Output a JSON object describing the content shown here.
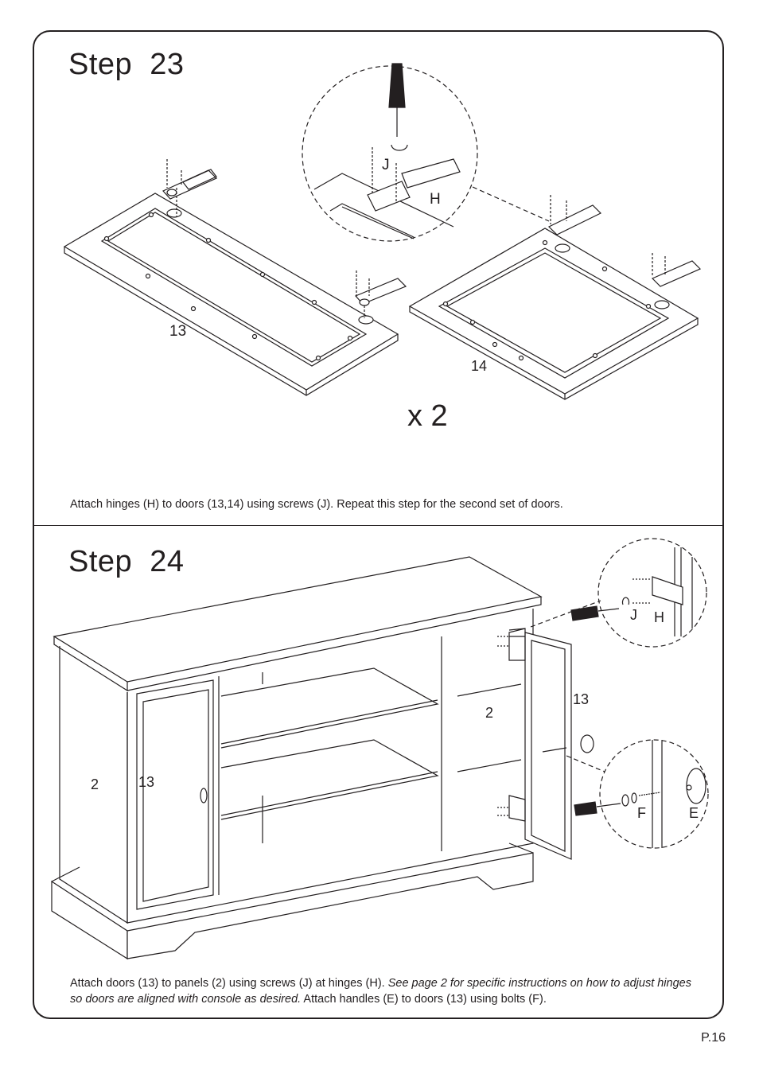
{
  "step23": {
    "title": "Step  23",
    "multiplier": "x 2",
    "callouts": {
      "door_13": "13",
      "door_14": "14",
      "screw_j": "J",
      "hinge_h": "H"
    },
    "caption": "Attach hinges (H) to doors (13,14) using screws (J). Repeat this step for the second set of doors."
  },
  "step24": {
    "title": "Step  24",
    "callouts": {
      "panel_left": "2",
      "door_left": "13",
      "panel_right": "2",
      "door_right": "13",
      "screw_j": "J",
      "hinge_h": "H",
      "bolt_f": "F",
      "handle_e": "E"
    },
    "caption_part1": "Attach doors (13) to panels (2) using screws (J) at hinges (H). ",
    "caption_italic": "See page 2 for specific instructions on how to adjust hinges so doors are aligned with console as desired.",
    "caption_part2": " Attach handles (E) to doors (13) using bolts (F)."
  },
  "page_number": "P.16"
}
